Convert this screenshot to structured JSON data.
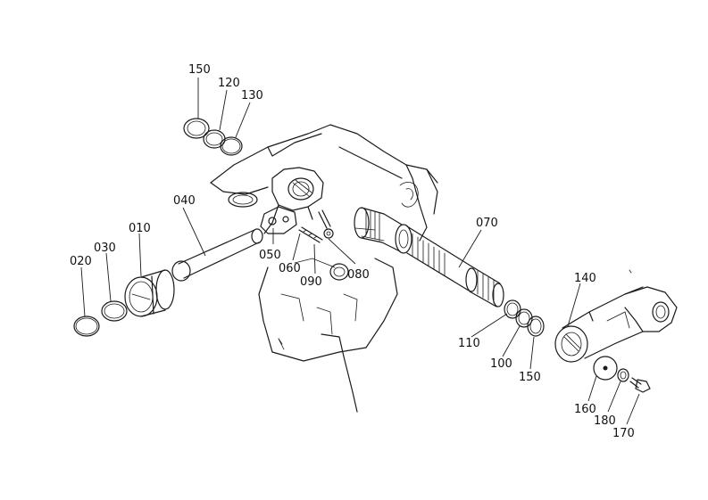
{
  "callouts": [
    {
      "id": "c150a",
      "text": "150"
    },
    {
      "id": "c120",
      "text": "120"
    },
    {
      "id": "c130",
      "text": "130"
    },
    {
      "id": "c040",
      "text": "040"
    },
    {
      "id": "c010",
      "text": "010"
    },
    {
      "id": "c030",
      "text": "030"
    },
    {
      "id": "c020",
      "text": "020"
    },
    {
      "id": "c050",
      "text": "050"
    },
    {
      "id": "c060",
      "text": "060"
    },
    {
      "id": "c090",
      "text": "090"
    },
    {
      "id": "c080",
      "text": "080"
    },
    {
      "id": "c070",
      "text": "070"
    },
    {
      "id": "c140",
      "text": "140"
    },
    {
      "id": "c110",
      "text": "110"
    },
    {
      "id": "c100",
      "text": "100"
    },
    {
      "id": "c150b",
      "text": "150"
    },
    {
      "id": "c160",
      "text": "160"
    },
    {
      "id": "c180",
      "text": "180"
    },
    {
      "id": "c170",
      "text": "170"
    }
  ]
}
